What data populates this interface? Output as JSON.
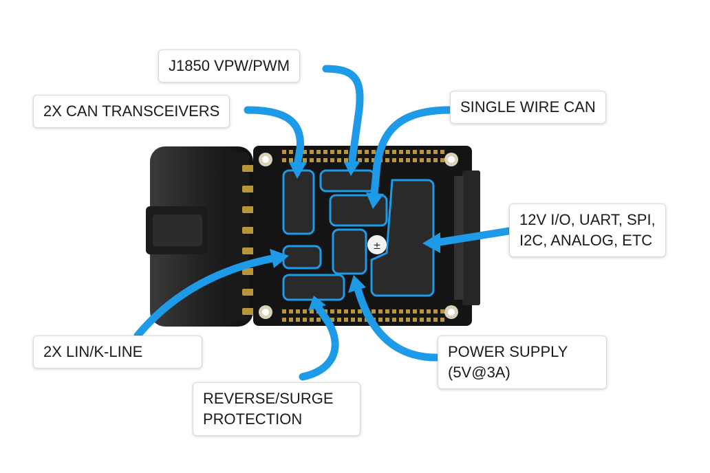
{
  "colors": {
    "accent": "#1e9be8",
    "board": "#141414",
    "chip": "#2a2a2a",
    "connector": "#262626",
    "pin": "#b8963a",
    "label_text": "#1a1a1a"
  },
  "labels": {
    "j1850": [
      "J1850 VPW/PWM"
    ],
    "can_transceivers": [
      "2X CAN TRANSCEIVERS"
    ],
    "single_wire_can": [
      "SINGLE WIRE CAN"
    ],
    "io": [
      "12V I/O, UART, SPI,",
      "I2C, ANALOG, ETC"
    ],
    "lin": [
      "2X LIN/K-LINE"
    ],
    "protection": [
      "REVERSE/SURGE",
      "PROTECTION"
    ],
    "power": [
      "POWER SUPPLY",
      "(5V@3A)"
    ]
  }
}
